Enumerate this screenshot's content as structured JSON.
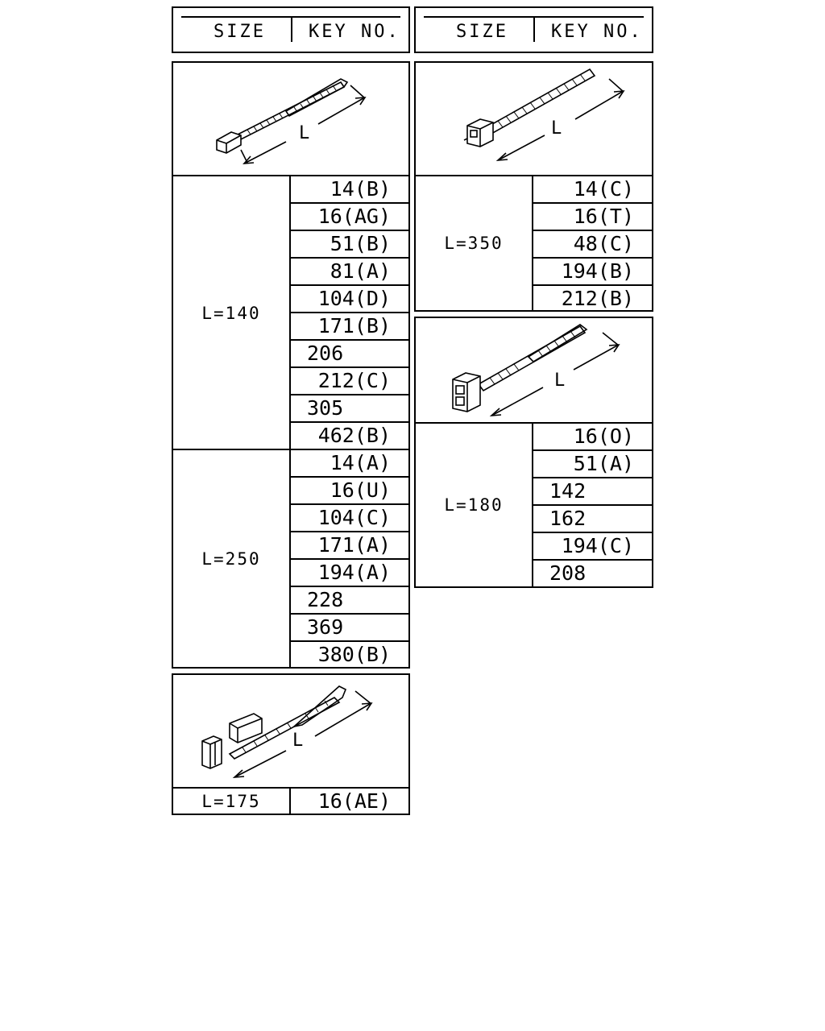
{
  "header": {
    "size_label": "SIZE",
    "key_label": "KEY NO."
  },
  "dimension_label": "L",
  "groups": [
    {
      "size": "L=140",
      "keys": [
        "14(B)",
        "16(AG)",
        "51(B)",
        "81(A)",
        "104(D)",
        "171(B)",
        "206",
        "212(C)",
        "305",
        "462(B)"
      ]
    },
    {
      "size": "L=250",
      "keys": [
        "14(A)",
        "16(U)",
        "104(C)",
        "171(A)",
        "194(A)",
        "228",
        "369",
        "380(B)"
      ]
    },
    {
      "size": "L=175",
      "keys": [
        "16(AE)"
      ]
    },
    {
      "size": "L=350",
      "keys": [
        "14(C)",
        "16(T)",
        "48(C)",
        "194(B)",
        "212(B)"
      ]
    },
    {
      "size": "L=180",
      "keys": [
        "16(O)",
        "51(A)",
        "142",
        "162",
        "194(C)",
        "208"
      ]
    }
  ],
  "icons": [
    "cable-tie-icon-a",
    "cable-tie-icon-b",
    "cable-tie-icon-c",
    "cable-tie-icon-d"
  ]
}
